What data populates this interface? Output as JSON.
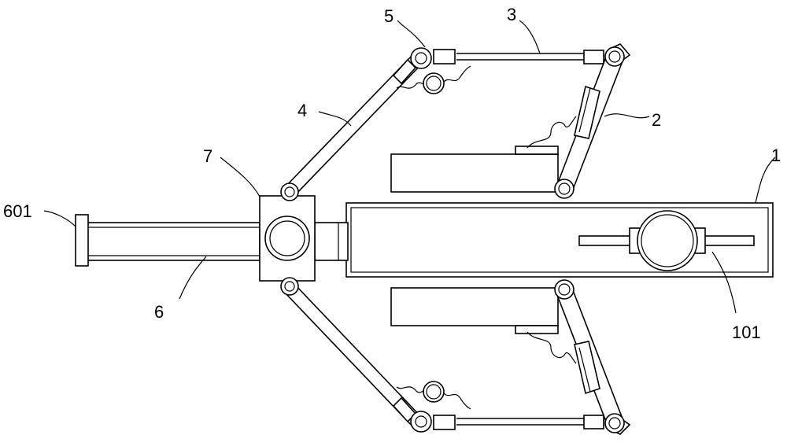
{
  "labels": {
    "l1": "1",
    "l2": "2",
    "l3": "3",
    "l4": "4",
    "l5": "5",
    "l6": "6",
    "l7": "7",
    "l601": "601",
    "l101": "101"
  }
}
